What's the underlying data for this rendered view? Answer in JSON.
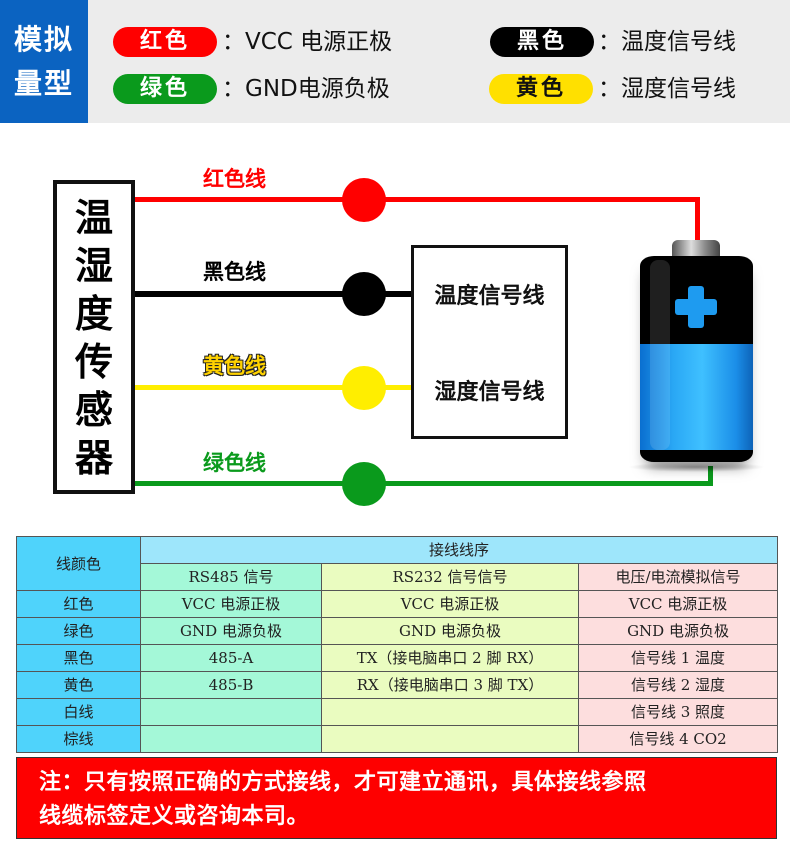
{
  "legend": {
    "tag": [
      "模拟",
      "量型"
    ],
    "items": [
      {
        "pill": "红色",
        "pill_color": "#ff0000",
        "pill_text_color": "#ffffff",
        "text": "：VCC 电源正极"
      },
      {
        "pill": "绿色",
        "pill_color": "#0a9a1c",
        "pill_text_color": "#ffffff",
        "text": "：GND电源负极"
      },
      {
        "pill": "黑色",
        "pill_color": "#000000",
        "pill_text_color": "#ffffff",
        "text": "：温度信号线"
      },
      {
        "pill": "黄色",
        "pill_color": "#ffe000",
        "pill_text_color": "#111111",
        "text": "：湿度信号线"
      }
    ]
  },
  "diagram": {
    "sensor_title": [
      "温",
      "湿",
      "度",
      "传",
      "感",
      "器"
    ],
    "wires": [
      {
        "label": "红色线",
        "color": "#ff0000"
      },
      {
        "label": "黑色线",
        "color": "#000000"
      },
      {
        "label": "黄色线",
        "color": "#ffee00"
      },
      {
        "label": "绿色线",
        "color": "#0a9a1c"
      }
    ],
    "signal_box": [
      "温度信号线",
      "湿度信号线"
    ],
    "battery": {
      "icon": "battery-icon",
      "symbol": "plus"
    }
  },
  "table": {
    "color_header": "线颜色",
    "group_header": "接线线序",
    "columns": [
      "RS485 信号",
      "RS232 信号信号",
      "电压/电流模拟信号"
    ],
    "rows": [
      {
        "color": "红色",
        "rs485": "VCC  电源正极",
        "rs232": "VCC  电源正极",
        "analog": "VCC  电源正极"
      },
      {
        "color": "绿色",
        "rs485": "GND 电源负极",
        "rs232": "GND 电源负极",
        "analog": "GND 电源负极"
      },
      {
        "color": "黑色",
        "rs485": "485-A",
        "rs232": "TX（接电脑串口 2 脚 RX）",
        "analog": "信号线 1    温度"
      },
      {
        "color": "黄色",
        "rs485": "485-B",
        "rs232": "RX（接电脑串口 3 脚 TX）",
        "analog": "信号线 2    湿度"
      },
      {
        "color": "白线",
        "rs485": "",
        "rs232": "",
        "analog": "信号线 3    照度"
      },
      {
        "color": "棕线",
        "rs485": "",
        "rs232": "",
        "analog": "信号线 4    CO2"
      }
    ]
  },
  "note": {
    "line1": "注：只有按照正确的方式接线，才可建立通讯，具体接线参照",
    "line2": "线缆标签定义或咨询本司。"
  }
}
